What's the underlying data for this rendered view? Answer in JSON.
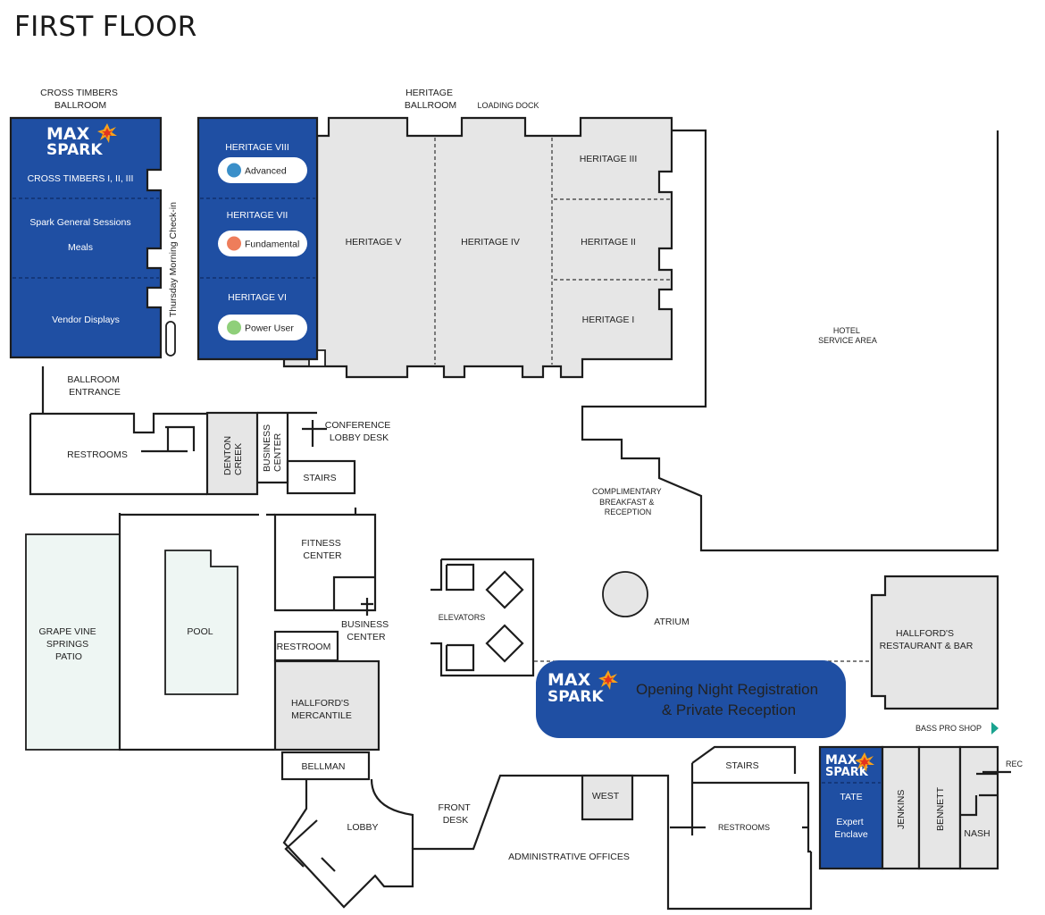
{
  "title": "FIRST FLOOR",
  "colors": {
    "brand_blue": "#1f4fa3",
    "room_gray": "#e6e6e6",
    "patio_mint": "#eef6f3",
    "arrow_teal": "#1aa38f"
  },
  "brand": {
    "logo_line1": "MAX",
    "logo_line2": "SPARK"
  },
  "rooms": {
    "cross_timbers_ballroom": [
      "CROSS TIMBERS",
      "BALLROOM"
    ],
    "cross_timbers_123": "CROSS TIMBERS I, II, III",
    "spark_general_sessions": "Spark General Sessions",
    "meals": "Meals",
    "vendor_displays": "Vendor Displays",
    "thursday_checkin": "Thursday Morning Check-in",
    "heritage_ballroom": [
      "HERITAGE",
      "BALLROOM"
    ],
    "loading_dock": "LOADING DOCK",
    "heritage_viii": "HERITAGE VIII",
    "heritage_vii": "HERITAGE VII",
    "heritage_vi": "HERITAGE VI",
    "heritage_v": "HERITAGE V",
    "heritage_iv": "HERITAGE IV",
    "heritage_iii": "HERITAGE III",
    "heritage_ii": "HERITAGE II",
    "heritage_i": "HERITAGE I",
    "hotel_service_area": [
      "HOTEL",
      "SERVICE AREA"
    ],
    "ballroom_entrance": [
      "BALLROOM",
      "ENTRANCE"
    ],
    "restrooms_west": "RESTROOMS",
    "denton_creek": [
      "DENTON",
      "CREEK"
    ],
    "business_center_north": [
      "BUSINESS",
      "CENTER"
    ],
    "conference_lobby_desk": [
      "CONFERENCE",
      "LOBBY DESK"
    ],
    "stairs_north": "STAIRS",
    "complimentary_breakfast": [
      "COMPLIMENTARY",
      "BREAKFAST &",
      "RECEPTION"
    ],
    "fitness_center": [
      "FITNESS",
      "CENTER"
    ],
    "business_center_south": [
      "BUSINESS",
      "CENTER"
    ],
    "grape_vine_patio": [
      "GRAPE VINE",
      "SPRINGS",
      "PATIO"
    ],
    "pool": "POOL",
    "restroom_single": "RESTROOM",
    "mercantile": [
      "HALLFORD'S",
      "MERCANTILE"
    ],
    "elevators": "ELEVATORS",
    "atrium": "ATRIUM",
    "restaurant_bar": [
      "HALLFORD'S",
      "RESTAURANT & BAR"
    ],
    "bass_pro_shop": "BASS PRO SHOP",
    "bellman": "BELLMAN",
    "lobby": "LOBBY",
    "front_desk": [
      "FRONT",
      "DESK"
    ],
    "west": "WEST",
    "administrative_offices": "ADMINISTRATIVE OFFICES",
    "stairs_south": "STAIRS",
    "restrooms_east": "RESTROOMS",
    "tate": "TATE",
    "expert_enclave": [
      "Expert",
      "Enclave"
    ],
    "jenkins": "JENKINS",
    "bennett": "BENNETT",
    "nash": "NASH",
    "rec": "REC"
  },
  "tracks": [
    {
      "label": "Advanced",
      "color": "#3a8fc9"
    },
    {
      "label": "Fundamental",
      "color": "#ee7d5b"
    },
    {
      "label": "Power User",
      "color": "#8fcf7a"
    }
  ],
  "banner": {
    "line1": "Opening Night Registration",
    "line2": "& Private Reception"
  }
}
